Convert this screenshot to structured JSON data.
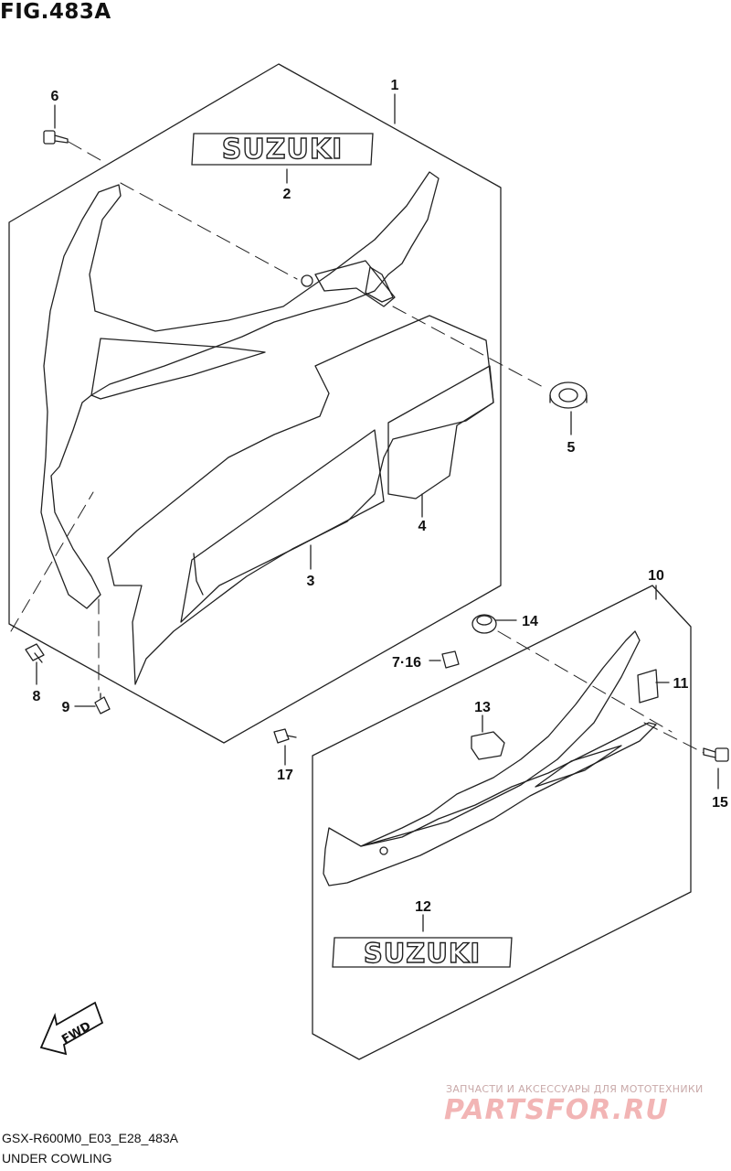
{
  "figure": {
    "title": "FIG.483A",
    "model_code": "GSX-R600M0_E03_E28_483A",
    "name": "UNDER COWLING"
  },
  "emblem_text": "SUZUKI",
  "direction_label": "FWD",
  "callouts": {
    "c1": "1",
    "c2": "2",
    "c3": "3",
    "c4": "4",
    "c5": "5",
    "c6": "6",
    "c7_16": "7·16",
    "c8": "8",
    "c9": "9",
    "c10": "10",
    "c11": "11",
    "c12": "12",
    "c13": "13",
    "c14": "14",
    "c15": "15",
    "c17": "17"
  },
  "watermark": {
    "tagline": "ЗАПЧАСТИ И АКСЕССУАРЫ ДЛЯ МОТОТЕХНИКИ",
    "brand": "PARTSFOR.RU"
  }
}
